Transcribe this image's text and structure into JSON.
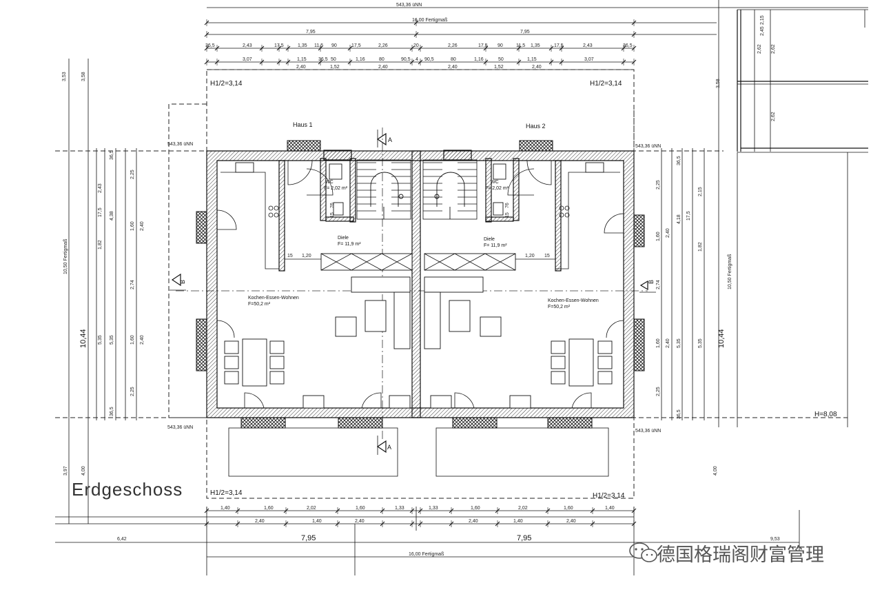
{
  "plan": {
    "title": "Erdgeschoss",
    "houses": [
      "Haus 1",
      "Haus 2"
    ],
    "section_markers": [
      "A",
      "A",
      "B",
      "B"
    ],
    "rooms": [
      {
        "name": "Diele",
        "area": "F= 11,9 m²"
      },
      {
        "name": "Diele",
        "area": "F= 11,9 m²"
      },
      {
        "name": "WC",
        "area": "F= 2,02 m²"
      },
      {
        "name": "WC",
        "area": "F= 2,02 m²"
      },
      {
        "name": "Kochen-Essen-Wohnen",
        "area": "F=50,2 m²"
      },
      {
        "name": "Kochen-Essen-Wohnen",
        "area": "F=50,2 m²"
      }
    ],
    "height_notes": [
      "H1/2=3,14",
      "H1/2=3,14",
      "H1/2=3,14",
      "H1/2=3,14",
      "H=8,08"
    ],
    "level_notes": [
      "543,36 üNN",
      "543,36 üNN",
      "543,36 üNN",
      "543,36 üNN",
      "543,36 üNN"
    ],
    "top_dims": {
      "overall": "16,00 Fertigmaß",
      "halves": [
        "7,95",
        "7,95"
      ],
      "row3": [
        "36,5",
        "2,43",
        "17,5",
        "1,35",
        "11,5",
        "90",
        "17,5",
        "2,26",
        "20",
        "2,26",
        "17,5",
        "90",
        "11,5",
        "1,35",
        "17,5",
        "2,43",
        "36,5"
      ],
      "row4": [
        "3,07",
        "1,15",
        "36,5",
        "50",
        "1,16",
        "80",
        "90,5",
        "4",
        "90,5",
        "80",
        "1,16",
        "50",
        "1,15",
        "3,07"
      ],
      "row5": [
        "2,40",
        "1,52",
        "2,40",
        "2,40",
        "1,52",
        "2,40"
      ]
    },
    "bottom_dims": {
      "row1": [
        "1,40",
        "1,60",
        "2,02",
        "1,60",
        "1,33",
        "1,33",
        "1,60",
        "2,02",
        "1,60",
        "1,40"
      ],
      "row2": [
        "2,40",
        "1,40",
        "2,40",
        "2,40",
        "1,40",
        "2,40"
      ],
      "halves": [
        "7,95",
        "7,95"
      ],
      "left_offset": "6,42",
      "right_offset": "9,53",
      "overall": "16,00 Fertigmaß"
    },
    "left_dims": {
      "far": [
        "3,53",
        "3,58"
      ],
      "overall": [
        "10,50 Fertigmaß",
        "10,44"
      ],
      "inner": [
        "2,25",
        "1,60",
        "2,74",
        "1,60",
        "2,25"
      ],
      "inner2": [
        "2,40",
        "2,40",
        "5,35",
        "5,35"
      ],
      "small": [
        "2,43",
        "4,38",
        "1,82",
        "36,5",
        "17,5"
      ],
      "below": [
        "3,97",
        "4,00"
      ]
    },
    "right_dims": {
      "inner": [
        "2,25",
        "1,60",
        "2,74",
        "1,60",
        "2,25"
      ],
      "inner2": [
        "2,40",
        "2,40",
        "5,35",
        "5,35"
      ],
      "small": [
        "2,15",
        "4,18",
        "1,82",
        "36,5",
        "17,5"
      ],
      "overall": [
        "10,50 Fertigmaß",
        "10,44"
      ],
      "far": [
        "3,58",
        "2,62",
        "2,45",
        "2,15"
      ],
      "below": "4,00"
    },
    "stair_dims": [
      "1,20",
      "1,20",
      "15",
      "15",
      "76",
      "76",
      "15",
      "15"
    ]
  },
  "watermark": "德国格瑞阁财富管理",
  "colors": {
    "line": "#111111",
    "background": "#ffffff",
    "watermark": "#555555"
  }
}
